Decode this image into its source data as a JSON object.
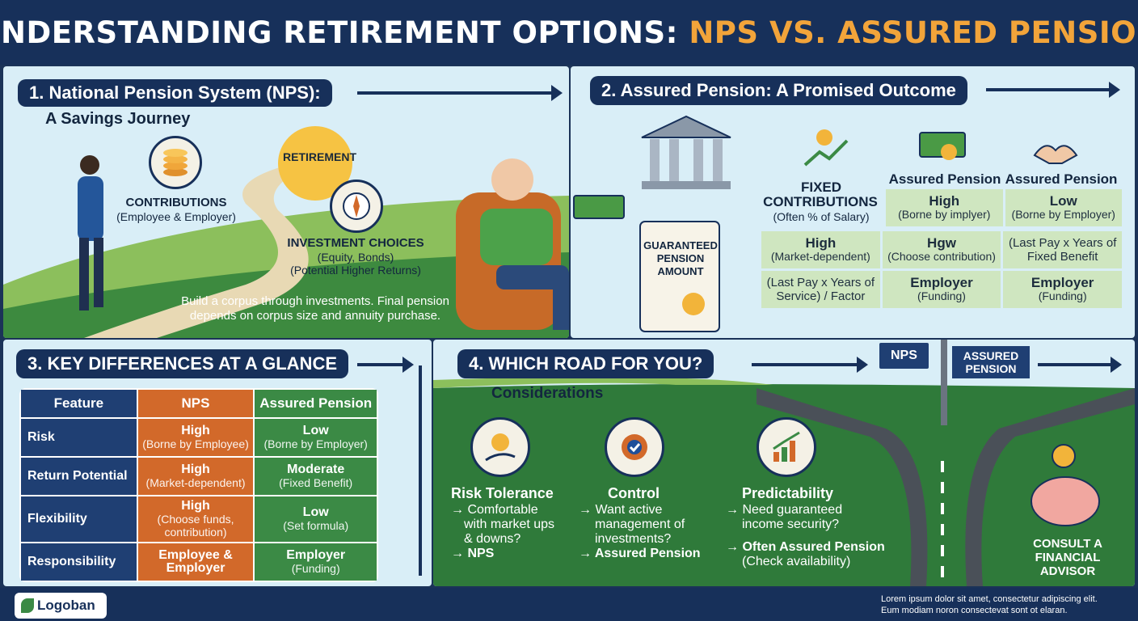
{
  "header": {
    "title_main": "UNDERSTANDING RETIREMENT OPTIONS:",
    "title_highlight": "NPS VS. ASSURED PENSION"
  },
  "section1": {
    "heading": "1. National Pension System (NPS):",
    "subheading": "A Savings Journey",
    "sun_label": "RETIREMENT",
    "contributions_title": "CONTRIBUTIONS",
    "contributions_sub": "(Employee & Employer)",
    "investment_title": "INVESTMENT CHOICES",
    "investment_sub1": "(Equity, Bonds)",
    "investment_sub2": "(Potential Higher Returns)",
    "description_1": "Build a corpus through investments. Final pension",
    "description_2": "depends on corpus size and annuity purchase."
  },
  "section2": {
    "heading": "2. Assured Pension: A Promised Outcome",
    "scroll_1": "GUARANTEED",
    "scroll_2": "PENSION",
    "scroll_3": "AMOUNT",
    "fixed_1": "FIXED",
    "fixed_2": "CONTRIBUTIONS",
    "fixed_sub": "(Often % of Salary)",
    "col_header_1": "Assured Pension",
    "col_header_2": "Assured Pension",
    "cells": [
      {
        "main": "High",
        "sub": "(Borne by implyer)"
      },
      {
        "main": "Low",
        "sub": "(Borne by Employer)"
      },
      {
        "main": "High",
        "sub": "(Market-dependent)"
      },
      {
        "main": "Hgw",
        "sub": "(Choose contribution)"
      },
      {
        "main": "(Last Pay x Years of",
        "sub": "Fixed Benefit"
      },
      {
        "main": "(Last Pay x Years of",
        "sub": "Service) / Factor"
      },
      {
        "main": "Employer",
        "sub": "(Funding)"
      },
      {
        "main": "Employer",
        "sub": "(Funding)"
      }
    ]
  },
  "section3": {
    "heading": "3. KEY DIFFERENCES AT A GLANCE",
    "columns": [
      "Feature",
      "NPS",
      "Assured Pension"
    ],
    "rows": [
      {
        "feature": "Risk",
        "nps_main": "High",
        "nps_sub": "(Borne by Employee)",
        "ap_main": "Low",
        "ap_sub": "(Borne by Employer)"
      },
      {
        "feature": "Return Potential",
        "nps_main": "High",
        "nps_sub": "(Market-dependent)",
        "ap_main": "Moderate",
        "ap_sub": "(Fixed Benefit)"
      },
      {
        "feature": "Flexibility",
        "nps_main": "High",
        "nps_sub": "(Choose funds,",
        "nps_sub2": "contribution)",
        "ap_main": "Low",
        "ap_sub": "(Set formula)"
      },
      {
        "feature": "Responsibility",
        "nps_main": "Employee &",
        "nps_sub": "Employer",
        "ap_main": "Employer",
        "ap_sub": "(Funding)"
      }
    ]
  },
  "section4": {
    "heading": "4. WHICH ROAD FOR YOU?",
    "considerations": "Considerations",
    "sign_nps": "NPS",
    "sign_ap_1": "ASSURED",
    "sign_ap_2": "PENSION",
    "risk": {
      "title": "Risk Tolerance",
      "l1": "→ Comfortable",
      "l2": "with market ups",
      "l3": "& downs?",
      "l4": "→ NPS"
    },
    "control": {
      "title": "Control",
      "l1": "→ Want active",
      "l2": "management of",
      "l3": "investments?",
      "l4": "→ Assured Pension"
    },
    "predict": {
      "title": "Predictability",
      "l1": "→ Need guaranteed",
      "l2": "income security?",
      "l3": "→ Often Assured Pension",
      "l4": "(Check availability)"
    },
    "advisor_1": "CONSULT A",
    "advisor_2": "FINANCIAL",
    "advisor_3": "ADVISOR"
  },
  "footer": {
    "logo": "Logoban",
    "text_1": "Lorem ipsum dolor sit amet, consectetur adipiscing elit.",
    "text_2": "Eum modiam noron consectevat sont ot elaran."
  },
  "colors": {
    "navy": "#17305a",
    "orange": "#d2692a",
    "green": "#3b8a45",
    "highlight": "#f2a43a"
  }
}
